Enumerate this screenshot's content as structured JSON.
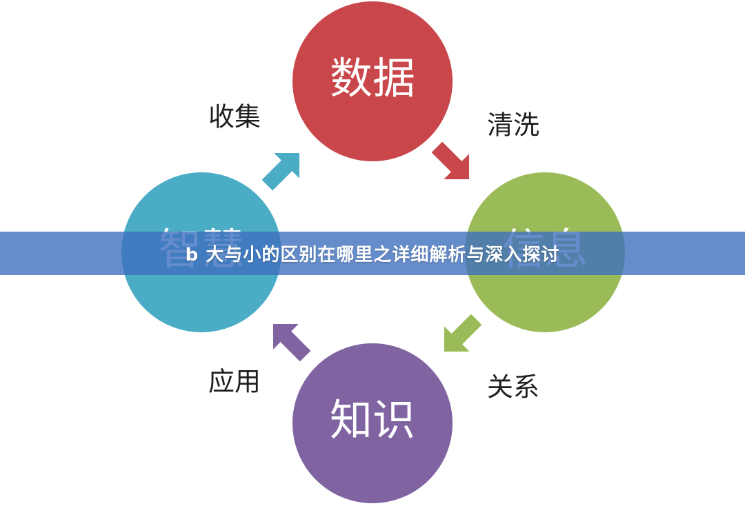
{
  "banner": {
    "title": "b 大与小的区别在哪里之详细解析与深入探讨"
  },
  "cycle": {
    "nodes": [
      {
        "id": "data",
        "label": "数据",
        "color": "#c9474a"
      },
      {
        "id": "information",
        "label": "信息",
        "color": "#9bbb59"
      },
      {
        "id": "knowledge",
        "label": "知识",
        "color": "#8064a2"
      },
      {
        "id": "wisdom",
        "label": "智慧",
        "color": "#4bacc6"
      }
    ],
    "steps": [
      {
        "id": "clean",
        "label": "清洗",
        "from": "data",
        "to": "information",
        "color": "#c9474a"
      },
      {
        "id": "relate",
        "label": "关系",
        "from": "information",
        "to": "knowledge",
        "color": "#9bbb59"
      },
      {
        "id": "apply",
        "label": "应用",
        "from": "knowledge",
        "to": "wisdom",
        "color": "#8064a2"
      },
      {
        "id": "collect",
        "label": "收集",
        "from": "wisdom",
        "to": "data",
        "color": "#4bacc6"
      }
    ]
  }
}
